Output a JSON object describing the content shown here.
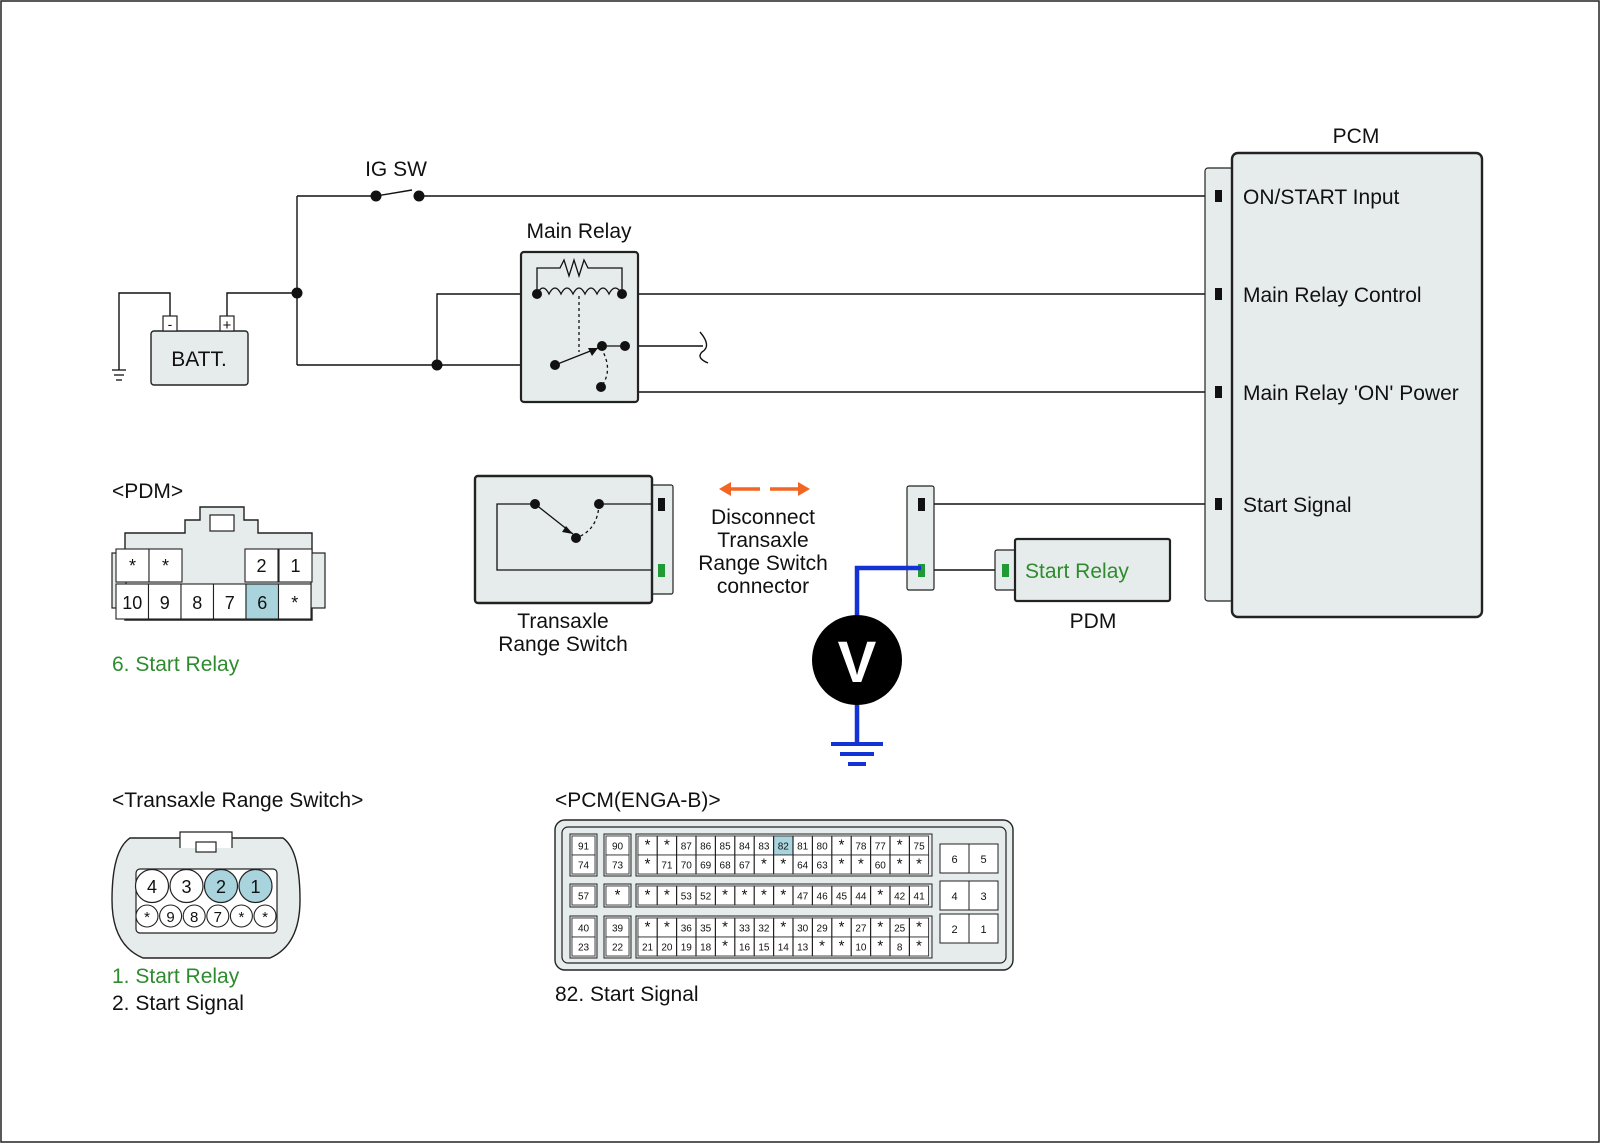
{
  "pcm": {
    "title": "PCM",
    "pins": [
      "ON/START Input",
      "Main Relay Control",
      "Main Relay 'ON' Power",
      "Start Signal"
    ]
  },
  "ig_sw_label": "IG SW",
  "main_relay_label": "Main Relay",
  "battery": {
    "label": "BATT.",
    "minus": "-",
    "plus": "+"
  },
  "pdm": {
    "connector_title": "<PDM>",
    "top_row": [
      "*",
      "*",
      "2",
      "1"
    ],
    "bottom_row": [
      "10",
      "9",
      "8",
      "7",
      "6",
      "*"
    ],
    "highlighted_pin": "6",
    "note": "6. Start Relay",
    "box_label": "PDM",
    "relay_label": "Start Relay"
  },
  "transaxle_switch": {
    "label_line1": "Transaxle",
    "label_line2": "Range Switch",
    "connector_title": "<Transaxle Range Switch>",
    "big_pins": [
      "4",
      "3",
      "2",
      "1"
    ],
    "small_pins": [
      "*",
      "9",
      "8",
      "7",
      "*",
      "*"
    ],
    "highlighted_pins": [
      "2",
      "1"
    ],
    "note1": "1. Start Relay",
    "note2": "2. Start Signal"
  },
  "disconnect_note": [
    "Disconnect",
    "Transaxle",
    "Range Switch",
    "connector"
  ],
  "voltmeter_label": "V",
  "pcm_connector": {
    "title": "<PCM(ENGA-B)>",
    "highlighted_pin": "82",
    "note": "82. Start Signal",
    "rows": [
      [
        "91",
        "90",
        "*",
        "*",
        "87",
        "86",
        "85",
        "84",
        "83",
        "82",
        "81",
        "80",
        "*",
        "78",
        "77",
        "*",
        "75"
      ],
      [
        "74",
        "73",
        "*",
        "71",
        "70",
        "69",
        "68",
        "67",
        "*",
        "*",
        "64",
        "63",
        "*",
        "*",
        "60",
        "*",
        "*"
      ],
      [
        "57",
        "*",
        "*",
        "*",
        "53",
        "52",
        "*",
        "*",
        "*",
        "*",
        "47",
        "46",
        "45",
        "44",
        "*",
        "42",
        "41"
      ],
      [
        "40",
        "39",
        "*",
        "*",
        "36",
        "35",
        "*",
        "33",
        "32",
        "*",
        "30",
        "29",
        "*",
        "27",
        "*",
        "25",
        "*"
      ],
      [
        "23",
        "22",
        "21",
        "20",
        "19",
        "18",
        "*",
        "16",
        "15",
        "14",
        "13",
        "*",
        "*",
        "10",
        "*",
        "8",
        "*"
      ]
    ],
    "side_pins": [
      [
        "6",
        "5"
      ],
      [
        "4",
        "3"
      ],
      [
        "2",
        "1"
      ]
    ]
  },
  "colors": {
    "box_fill": "#e6eceb",
    "highlight": "#a9d4de",
    "measure_wire": "#1433d6",
    "arrow": "#f26522",
    "green_text": "#2e8b2e",
    "green_pin": "#1f9a34"
  }
}
